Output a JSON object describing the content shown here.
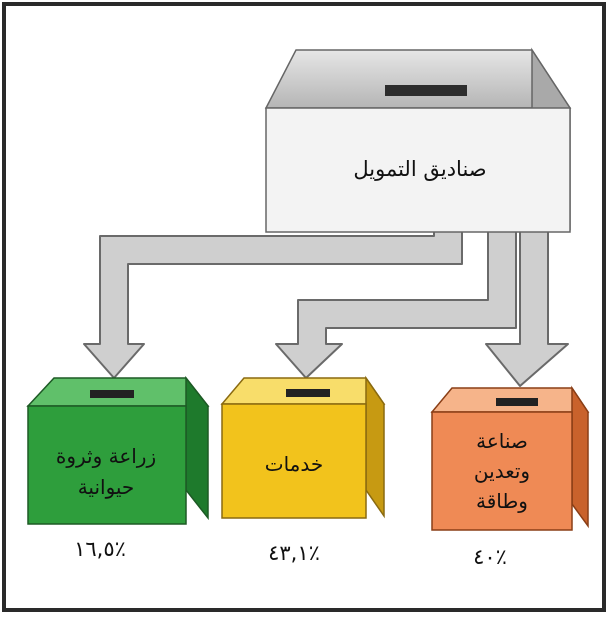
{
  "source_box": {
    "label": "صناديق التمويل"
  },
  "boxes": [
    {
      "id": "agriculture",
      "label_lines": [
        "زراعة وثروة",
        "حيوانية"
      ],
      "percent": "٪١٦,٥",
      "color": "#2e9e3c"
    },
    {
      "id": "services",
      "label_lines": [
        "خدمات"
      ],
      "percent": "٪٤٣,١",
      "color": "#f2c31c"
    },
    {
      "id": "industry",
      "label_lines": [
        "صناعة",
        "وتعدين",
        "وطاقة"
      ],
      "percent": "٪٤٠",
      "color": "#ef8a55"
    }
  ]
}
